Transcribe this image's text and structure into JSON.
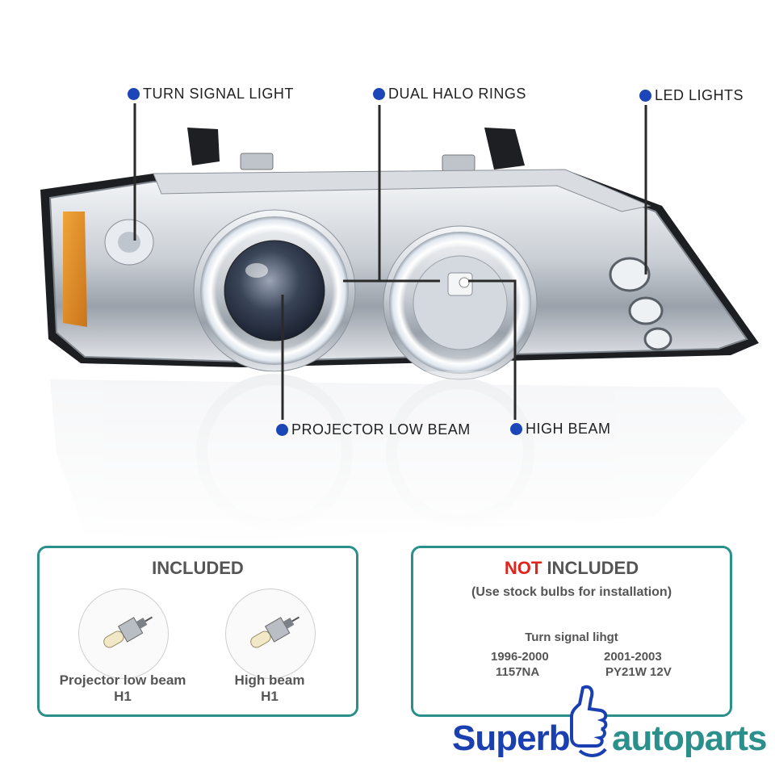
{
  "callouts": {
    "turn_signal": "TURN SIGNAL LIGHT",
    "dual_halo": "DUAL HALO RINGS",
    "led_lights": "LED LIGHTS",
    "projector_low": "PROJECTOR LOW BEAM",
    "high_beam": "HIGH BEAM"
  },
  "included": {
    "title": "INCLUDED",
    "bulbs": [
      {
        "label": "Projector low beam",
        "type": "H1"
      },
      {
        "label": "High beam",
        "type": "H1"
      }
    ]
  },
  "not_included": {
    "title_red": "NOT",
    "title_rest": " INCLUDED",
    "subtitle": "(Use stock bulbs for installation)",
    "section_label": "Turn signal lihgt",
    "col1_years": "1996-2000",
    "col1_bulb": "1157NA",
    "col2_years": "2001-2003",
    "col2_bulb": "PY21W 12V"
  },
  "brand": {
    "left": "Superb",
    "right": "autoparts",
    "color_left": "#1a3fb0",
    "color_right": "#2b8f8c"
  },
  "colors": {
    "accent_dot": "#1c46b8",
    "panel_border": "#2b8f8c",
    "not_red": "#e0241b"
  }
}
